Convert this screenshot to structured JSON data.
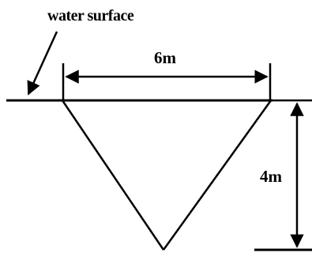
{
  "labels": {
    "surface": "water surface",
    "width": "6m",
    "depth": "4m"
  },
  "colors": {
    "ink": "#000000",
    "background": "#ffffff"
  }
}
